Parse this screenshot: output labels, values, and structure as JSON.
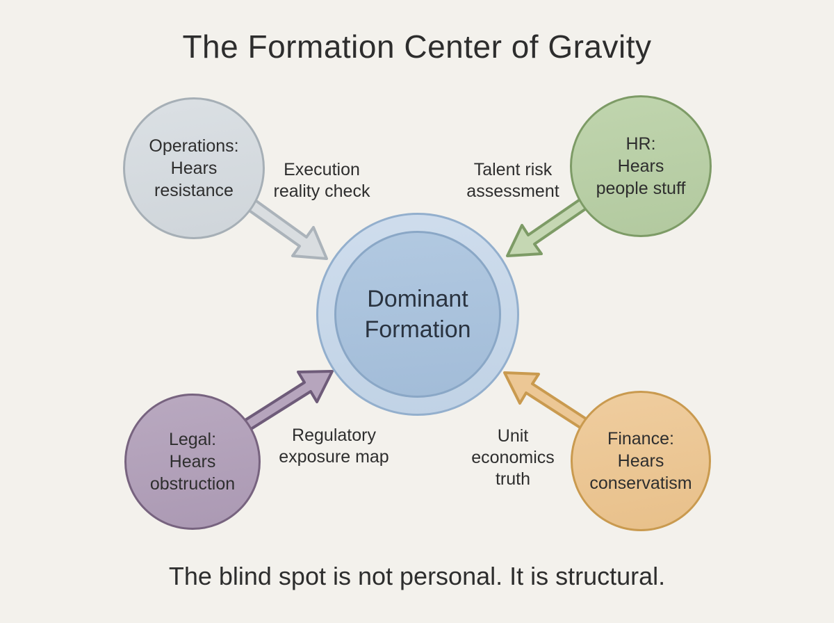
{
  "title": "The Formation Center of Gravity",
  "caption": "The blind spot is not personal. It is structural.",
  "colors": {
    "background": "#f3f1ec",
    "text": "#2e2e2e",
    "center_outer_fill": "#c7d7e8",
    "center_inner_fill": "#a9c2dc",
    "center_border": "#8fabca",
    "operations_fill": "#d4d9dd",
    "operations_border": "#a6afb6",
    "operations_arrow_fill": "#d9dde0",
    "hr_fill": "#b9cfa7",
    "hr_border": "#7d9b66",
    "hr_arrow_fill": "#c5d7b3",
    "legal_fill": "#b3a2ba",
    "legal_border": "#77637f",
    "legal_arrow_fill": "#b6a5bd",
    "finance_fill": "#ecc795",
    "finance_border": "#c99a4f",
    "finance_arrow_fill": "#ecc795"
  },
  "center": {
    "label_lines": [
      "Dominant",
      "Formation"
    ]
  },
  "nodes": [
    {
      "id": "operations",
      "label_lines": [
        "Operations:",
        "Hears",
        "resistance"
      ],
      "arrow_label_lines": [
        "Execution",
        "reality check"
      ]
    },
    {
      "id": "hr",
      "label_lines": [
        "HR:",
        "Hears",
        "people stuff"
      ],
      "arrow_label_lines": [
        "Talent risk",
        "assessment"
      ]
    },
    {
      "id": "legal",
      "label_lines": [
        "Legal:",
        "Hears",
        "obstruction"
      ],
      "arrow_label_lines": [
        "Regulatory",
        "exposure map"
      ]
    },
    {
      "id": "finance",
      "label_lines": [
        "Finance:",
        "Hears",
        "conservatism"
      ],
      "arrow_label_lines": [
        "Unit",
        "economics",
        "truth"
      ]
    }
  ]
}
